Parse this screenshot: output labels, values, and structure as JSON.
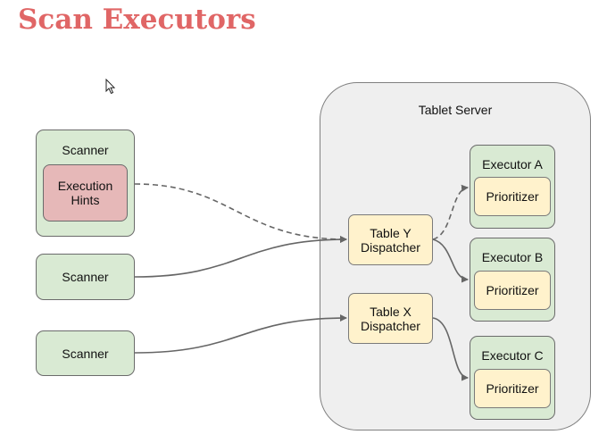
{
  "title": "Scan Executors",
  "tablet_server": {
    "label": "Tablet Server"
  },
  "scanners": [
    {
      "label": "Scanner"
    },
    {
      "label": "Scanner"
    },
    {
      "label": "Scanner"
    }
  ],
  "execution_hints": {
    "line1": "Execution",
    "line2": "Hints"
  },
  "dispatchers": [
    {
      "line1": "Table Y",
      "line2": "Dispatcher"
    },
    {
      "line1": "Table X",
      "line2": "Dispatcher"
    }
  ],
  "executors": [
    {
      "label": "Executor A",
      "prioritizer": "Prioritizer"
    },
    {
      "label": "Executor B",
      "prioritizer": "Prioritizer"
    },
    {
      "label": "Executor C",
      "prioritizer": "Prioritizer"
    }
  ],
  "colors": {
    "title": "#e06666",
    "scanner_fill": "#d9ead3",
    "hints_fill": "#e6b8b8",
    "dispatcher_fill": "#fff2cc",
    "server_fill": "#efefef",
    "arrow": "#666666"
  },
  "icons": {
    "cursor": "mouse-pointer-icon"
  }
}
